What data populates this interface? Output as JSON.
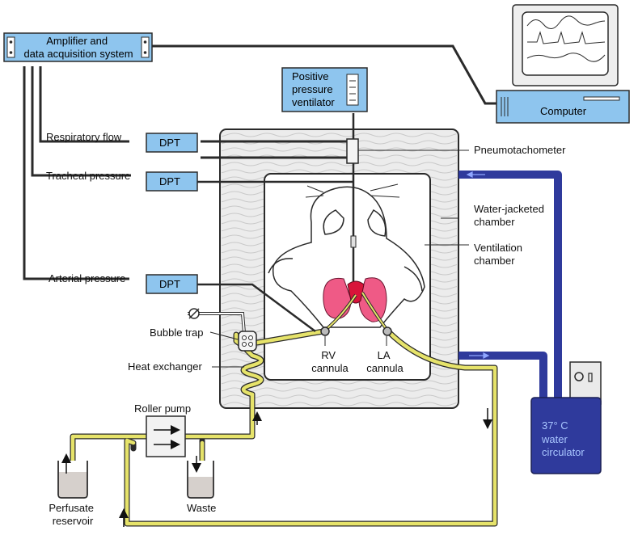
{
  "boxes": {
    "amplifier": [
      "Amplifier and",
      "data acquisition system"
    ],
    "ventilator": [
      "Positive",
      "pressure",
      "ventilator"
    ],
    "computer": "Computer",
    "dpt_respiratory": "DPT",
    "dpt_tracheal": "DPT",
    "dpt_arterial": "DPT",
    "water_circulator": [
      "37° C",
      "water",
      "circulator"
    ]
  },
  "labels": {
    "respiratory_flow": "Respiratory flow",
    "tracheal_pressure": "Tracheal pressure",
    "arterial_pressure": "Arterial pressure",
    "pneumotachometer": "Pneumotachometer",
    "water_jacketed": [
      "Water-jacketed",
      "chamber"
    ],
    "ventilation": [
      "Ventilation",
      "chamber"
    ],
    "bubble_trap": "Bubble trap",
    "heat_exchanger": "Heat exchanger",
    "roller_pump": "Roller pump",
    "rv_cannula": [
      "RV",
      "cannula"
    ],
    "la_cannula": [
      "LA",
      "cannula"
    ],
    "perfusate_reservoir": [
      "Perfusate",
      "reservoir"
    ],
    "waste": "Waste"
  },
  "colors": {
    "box_fill": "#8ec5ee",
    "box_stroke": "#2b2b2b",
    "perfusate_tube": "#e6e36a",
    "water_tube": "#2f3a9c",
    "lung": "#ef5a86",
    "chamber_fill": "#ececec"
  }
}
